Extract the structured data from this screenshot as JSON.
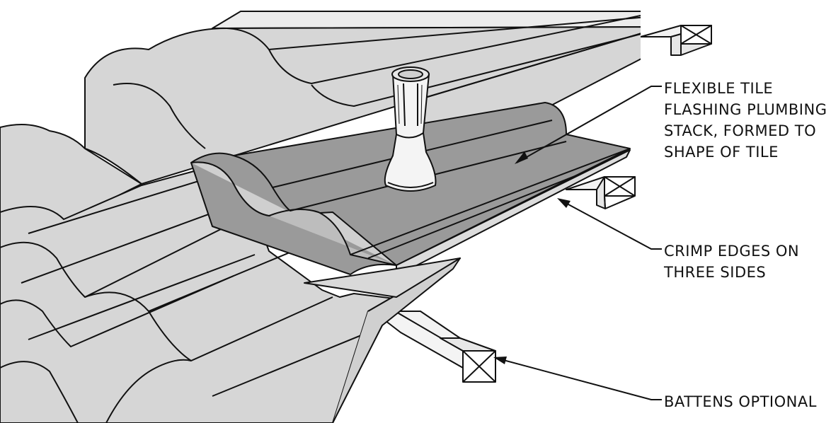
{
  "diagram": {
    "colors": {
      "tile": "#d6d6d6",
      "flashing": "#9a9a9a",
      "batten": "#f2f2f2",
      "line": "#111111",
      "stack": "#f4f4f4"
    },
    "callouts": {
      "flashing": {
        "line1": "FLEXIBLE TILE",
        "line2": "FLASHING PLUMBING",
        "line3": "STACK, FORMED TO",
        "line4": "SHAPE OF TILE"
      },
      "crimp": {
        "line1": "CRIMP EDGES ON",
        "line2": "THREE SIDES"
      },
      "battens": {
        "line1": "BATTENS OPTIONAL"
      }
    }
  }
}
